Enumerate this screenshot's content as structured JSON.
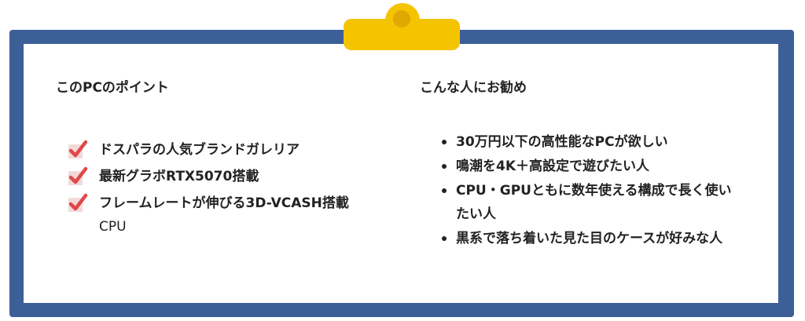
{
  "colors": {
    "frame": "#3c5f98",
    "clip": "#f5c400",
    "check": "#e04848"
  },
  "left_column": {
    "title": "このPCのポイント",
    "items": [
      {
        "bold": "ドスパラの人気ブランドガレリア",
        "normal": ""
      },
      {
        "bold": "最新グラボRTX5070搭載",
        "normal": ""
      },
      {
        "bold": "フレームレートが伸びる3D-VCASH搭載",
        "normal": "CPU"
      }
    ],
    "icon": "check-mark-icon"
  },
  "right_column": {
    "title": "こんな人にお勧め",
    "items": [
      "30万円以下の高性能なPCが欲しい",
      " 鳴潮を4K＋高設定で遊びたい人",
      "CPU・GPUともに数年使える構成で長く使いたい人",
      " 黒系で落ち着いた見た目のケースが好みな人"
    ]
  }
}
